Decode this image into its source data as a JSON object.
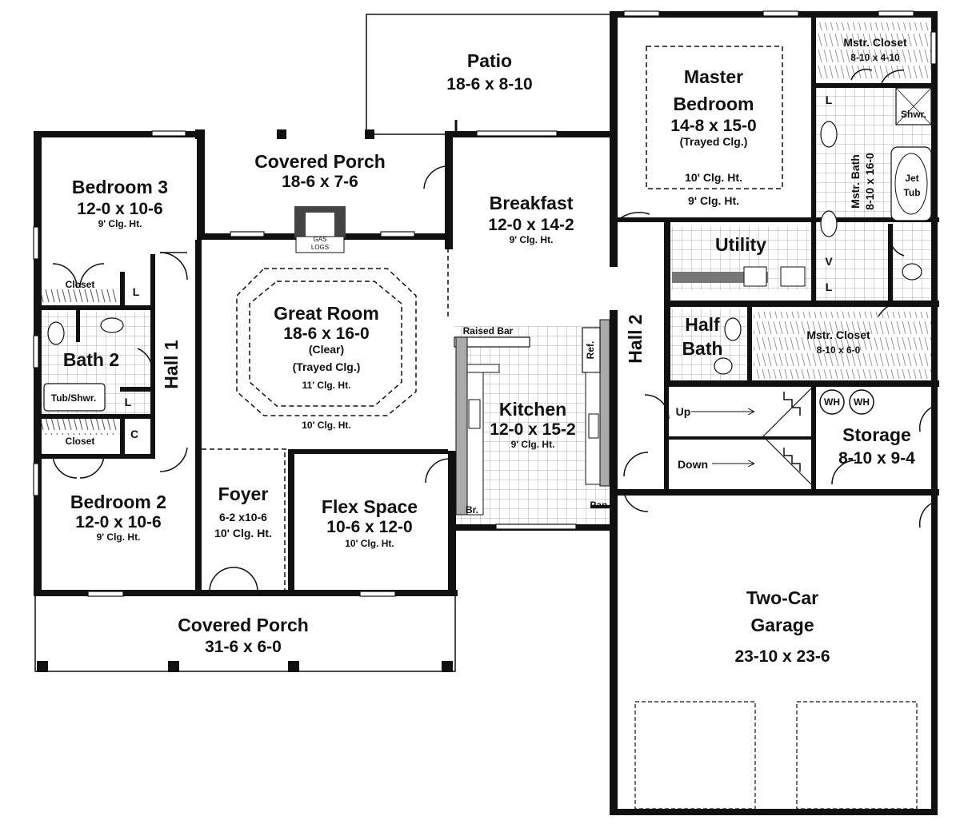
{
  "rooms": {
    "patio": {
      "name": "Patio",
      "dim": "18-6 x 8-10"
    },
    "master_bedroom": {
      "name1": "Master",
      "name2": "Bedroom",
      "dim": "14-8 x 15-0",
      "note": "(Trayed Clg.)",
      "clg_inner": "10' Clg. Ht.",
      "clg_outer": "9' Clg. Ht."
    },
    "mstr_closet_top": {
      "name": "Mstr. Closet",
      "dim": "8-10 x 4-10"
    },
    "mstr_bath": {
      "name": "Mstr. Bath",
      "dim": "8-10 x 16-0"
    },
    "shower": {
      "label": "Shwr."
    },
    "jet_tub": {
      "line1": "Jet",
      "line2": "Tub"
    },
    "bedroom3": {
      "name": "Bedroom 3",
      "dim": "12-0 x 10-6",
      "clg": "9' Clg. Ht."
    },
    "covered_porch_back": {
      "name": "Covered Porch",
      "dim": "18-6 x 7-6"
    },
    "gas_logs": {
      "line1": "GAS",
      "line2": "LOGS"
    },
    "breakfast": {
      "name": "Breakfast",
      "dim": "12-0 x 14-2",
      "clg": "9' Clg. Ht."
    },
    "utility": {
      "name": "Utility",
      "v": "V",
      "l": "L"
    },
    "closet_b3": {
      "name": "Closet"
    },
    "l_b3": {
      "name": "L"
    },
    "great_room": {
      "name": "Great Room",
      "dim": "18-6 x 16-0",
      "note1": "(Clear)",
      "note2": "(Trayed Clg.)",
      "clg_inner": "11' Clg. Ht.",
      "clg_outer": "10' Clg. Ht."
    },
    "bath2": {
      "name": "Bath 2",
      "tub": "Tub/Shwr.",
      "l": "L"
    },
    "hall1": {
      "name": "Hall 1"
    },
    "hall2": {
      "name": "Hall 2"
    },
    "raised_bar": {
      "name": "Raised Bar"
    },
    "ref": {
      "name": "Ref."
    },
    "half_bath": {
      "name1": "Half",
      "name2": "Bath"
    },
    "mstr_closet_mid": {
      "name": "Mstr. Closet",
      "dim": "8-10 x 6-0"
    },
    "kitchen": {
      "name": "Kitchen",
      "dim": "12-0 x 15-2",
      "clg": "9' Clg. Ht."
    },
    "closet_b2": {
      "name": "Closet"
    },
    "c_b2": {
      "name": "C"
    },
    "stairs": {
      "up": "Up",
      "down": "Down"
    },
    "storage": {
      "name": "Storage",
      "dim": "8-10 x 9-4",
      "wh": "WH"
    },
    "bedroom2": {
      "name": "Bedroom 2",
      "dim": "12-0 x 10-6",
      "clg": "9' Clg. Ht."
    },
    "foyer": {
      "name": "Foyer",
      "dim": "6-2 x10-6",
      "clg": "10' Clg. Ht."
    },
    "flex_space": {
      "name": "Flex Space",
      "dim": "10-6 x 12-0",
      "clg": "10' Clg. Ht."
    },
    "broom": {
      "name": "Br."
    },
    "pantry": {
      "name": "Pan."
    },
    "garage": {
      "name1": "Two-Car",
      "name2": "Garage",
      "dim": "23-10 x 23-6"
    },
    "covered_porch_front": {
      "name": "Covered Porch",
      "dim": "31-6 x 6-0"
    }
  },
  "colors": {
    "wall": "#111111",
    "background": "#ffffff"
  }
}
